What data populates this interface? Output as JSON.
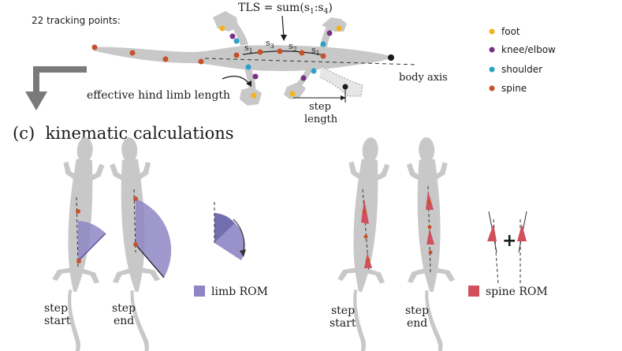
{
  "top": {
    "tracking_label": "22 tracking points:",
    "tls_formula": {
      "main": "TLS = sum(s",
      "sub1": "1",
      "sep": ":s",
      "sub2": "4",
      "end": ")"
    },
    "segments": [
      {
        "s": "s",
        "n": "1"
      },
      {
        "s": "s",
        "n": "3"
      },
      {
        "s": "s",
        "n": "2"
      },
      {
        "s": "s",
        "n": "1"
      }
    ],
    "annotations": {
      "effective_hind_limb": "effective hind limb length",
      "step_length_line1": "step",
      "step_length_line2": "length",
      "body_axis": "body axis"
    },
    "legend": [
      {
        "label": "foot",
        "color": "#f2b31f"
      },
      {
        "label": "knee/elbow",
        "color": "#7a2f86"
      },
      {
        "label": "shoulder",
        "color": "#2aa2c8"
      },
      {
        "label": "spine",
        "color": "#c7522a"
      }
    ]
  },
  "section_title": "(c)  kinematic calculations",
  "bottom": {
    "left_labels": [
      {
        "line1": "step",
        "line2": "start"
      },
      {
        "line1": "step",
        "line2": "end"
      }
    ],
    "right_labels": [
      {
        "line1": "step",
        "line2": "start"
      },
      {
        "line1": "step",
        "line2": "end"
      }
    ],
    "limb_rom_label": "limb ROM",
    "spine_rom_label": "spine ROM",
    "plus_sign": "+"
  },
  "colors": {
    "body": "#c8c8c8",
    "limb_rom": "#8e86c4",
    "limb_rom_dark": "#4f4a9c",
    "spine_rom": "#d0505e",
    "arrow_gray": "#7a7a7a",
    "black": "#1a1a1a"
  }
}
